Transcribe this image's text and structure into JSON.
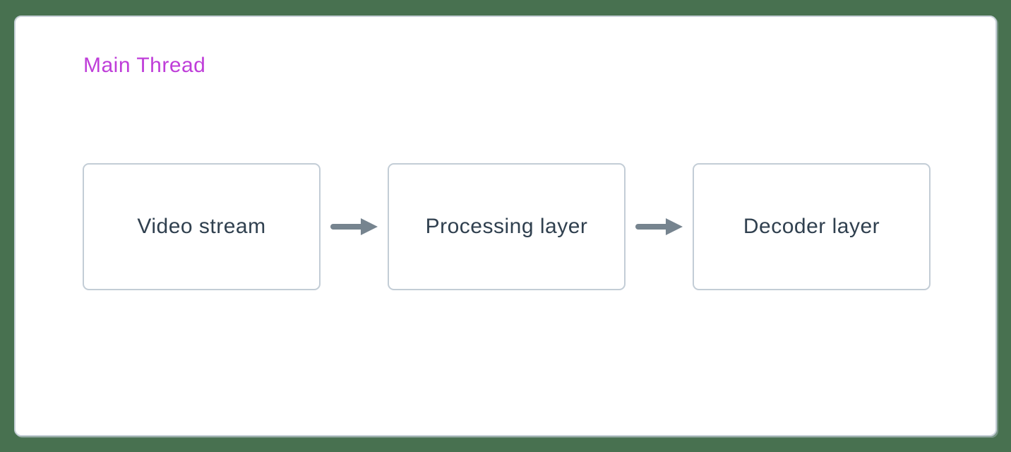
{
  "canvas": {
    "background_color": "#487150",
    "card_border_color": "#c7d0d8",
    "card_background": "#ffffff"
  },
  "diagram": {
    "title": "Main Thread",
    "title_color": "#bf3ed9",
    "node_border_color": "#c3cdd6",
    "node_text_color": "#30404f",
    "arrow_color": "#76848f",
    "nodes": [
      {
        "label": "Video stream"
      },
      {
        "label": "Processing layer"
      },
      {
        "label": "Decoder layer"
      }
    ]
  }
}
